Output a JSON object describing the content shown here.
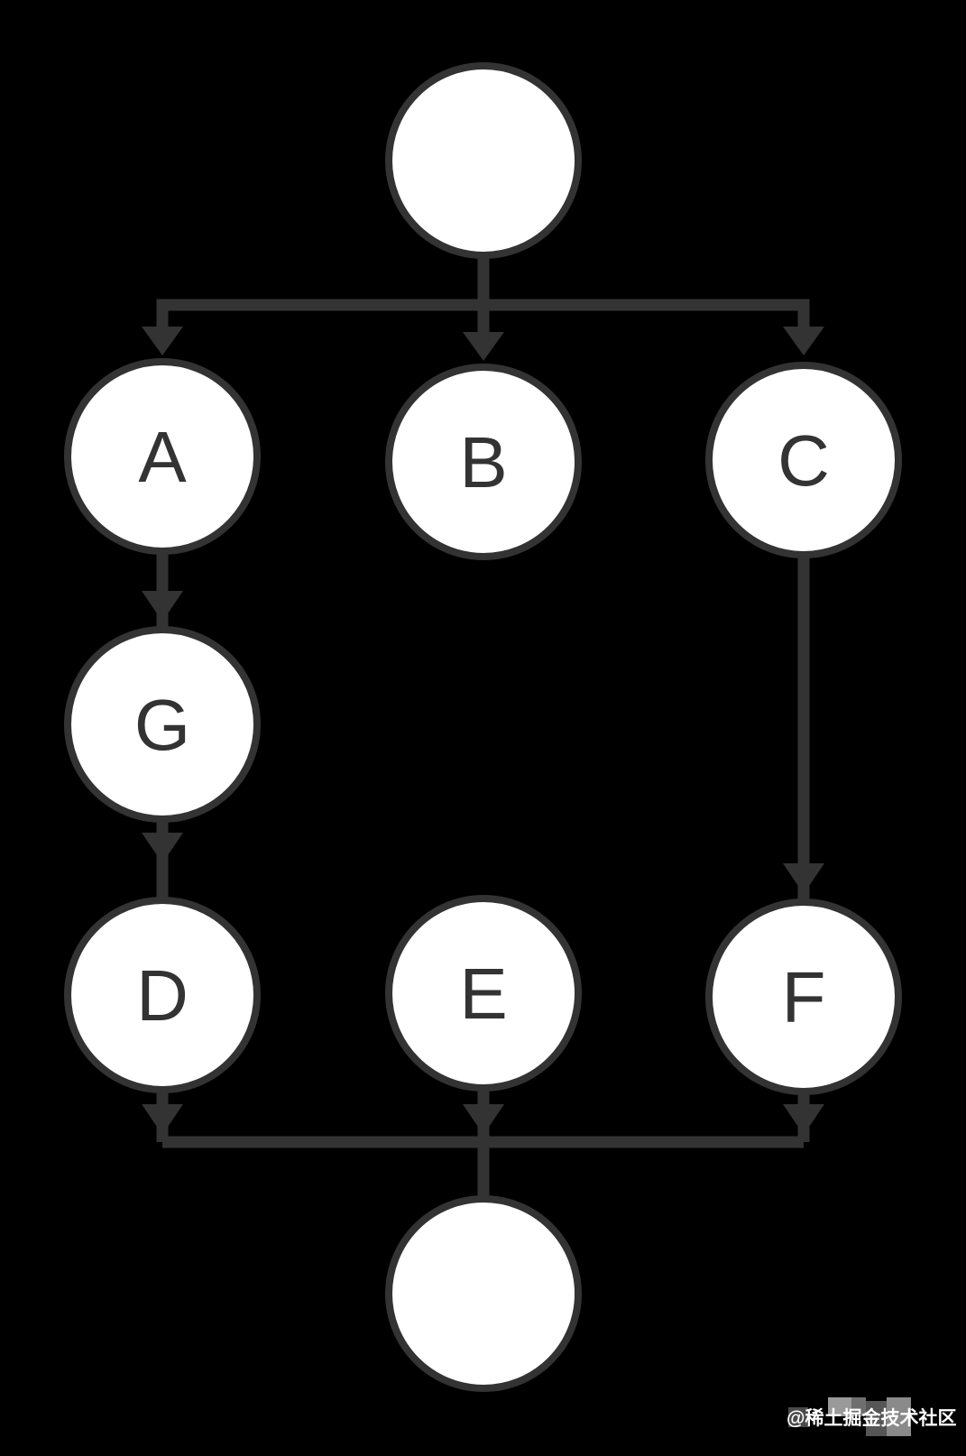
{
  "diagram": {
    "type": "flowchart",
    "direction": "top-down",
    "nodes": {
      "start": {
        "label": "",
        "shape": "circle"
      },
      "a": {
        "label": "A",
        "shape": "circle"
      },
      "b": {
        "label": "B",
        "shape": "circle"
      },
      "c": {
        "label": "C",
        "shape": "circle"
      },
      "g": {
        "label": "G",
        "shape": "circle"
      },
      "d": {
        "label": "D",
        "shape": "circle"
      },
      "e": {
        "label": "E",
        "shape": "circle"
      },
      "f": {
        "label": "F",
        "shape": "circle"
      },
      "end": {
        "label": "",
        "shape": "circle"
      }
    },
    "edges": [
      {
        "from": "start",
        "to": "A"
      },
      {
        "from": "start",
        "to": "B"
      },
      {
        "from": "start",
        "to": "C"
      },
      {
        "from": "A",
        "to": "G"
      },
      {
        "from": "G",
        "to": "D"
      },
      {
        "from": "C",
        "to": "F"
      },
      {
        "from": "D",
        "to": "end"
      },
      {
        "from": "E",
        "to": "end"
      },
      {
        "from": "F",
        "to": "end"
      }
    ]
  },
  "colors": {
    "background": "#000000",
    "node_fill": "#ffffff",
    "line": "#333333",
    "label": "#333333",
    "watermark_text": "#ffffff"
  },
  "watermark": {
    "text": "@稀土掘金技术社区"
  }
}
